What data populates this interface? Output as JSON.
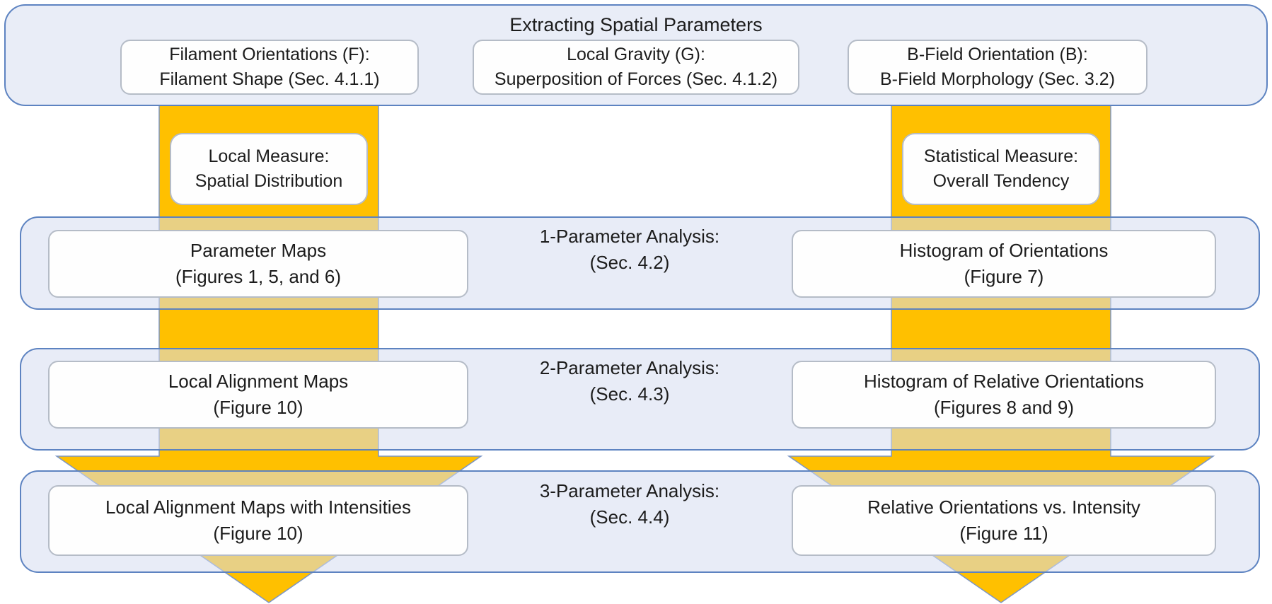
{
  "diagram": {
    "title": "Extracting Spatial Parameters",
    "colors": {
      "arrow_fill": "#FFC000",
      "arrow_outline": "#7b96c6",
      "band_fill": "#e9edf7",
      "band_border": "#5d83c1",
      "box_border": "#b5bcc7",
      "text": "#1c1c1c"
    },
    "top_boxes": [
      {
        "line1": "Filament Orientations (F):",
        "line2": "Filament Shape (Sec. 4.1.1)"
      },
      {
        "line1": "Local Gravity (G):",
        "line2": "Superposition of Forces (Sec. 4.1.2)"
      },
      {
        "line1": "B-Field Orientation (B):",
        "line2": "B-Field Morphology (Sec. 3.2)"
      }
    ],
    "arrow_labels": [
      {
        "line1": "Local Measure:",
        "line2": "Spatial Distribution"
      },
      {
        "line1": "Statistical Measure:",
        "line2": "Overall Tendency"
      }
    ],
    "rows": [
      {
        "center1": "1-Parameter Analysis:",
        "center2": "(Sec. 4.2)",
        "left1": "Parameter Maps",
        "left2": "(Figures 1, 5, and 6)",
        "right1": "Histogram of Orientations",
        "right2": "(Figure 7)"
      },
      {
        "center1": "2-Parameter Analysis:",
        "center2": "(Sec. 4.3)",
        "left1": "Local Alignment Maps",
        "left2": "(Figure 10)",
        "right1": "Histogram of Relative Orientations",
        "right2": "(Figures 8 and 9)"
      },
      {
        "center1": "3-Parameter Analysis:",
        "center2": "(Sec. 4.4)",
        "left1": "Local Alignment Maps with Intensities",
        "left2": "(Figure 10)",
        "right1": "Relative Orientations vs. Intensity",
        "right2": "(Figure 11)"
      }
    ]
  }
}
